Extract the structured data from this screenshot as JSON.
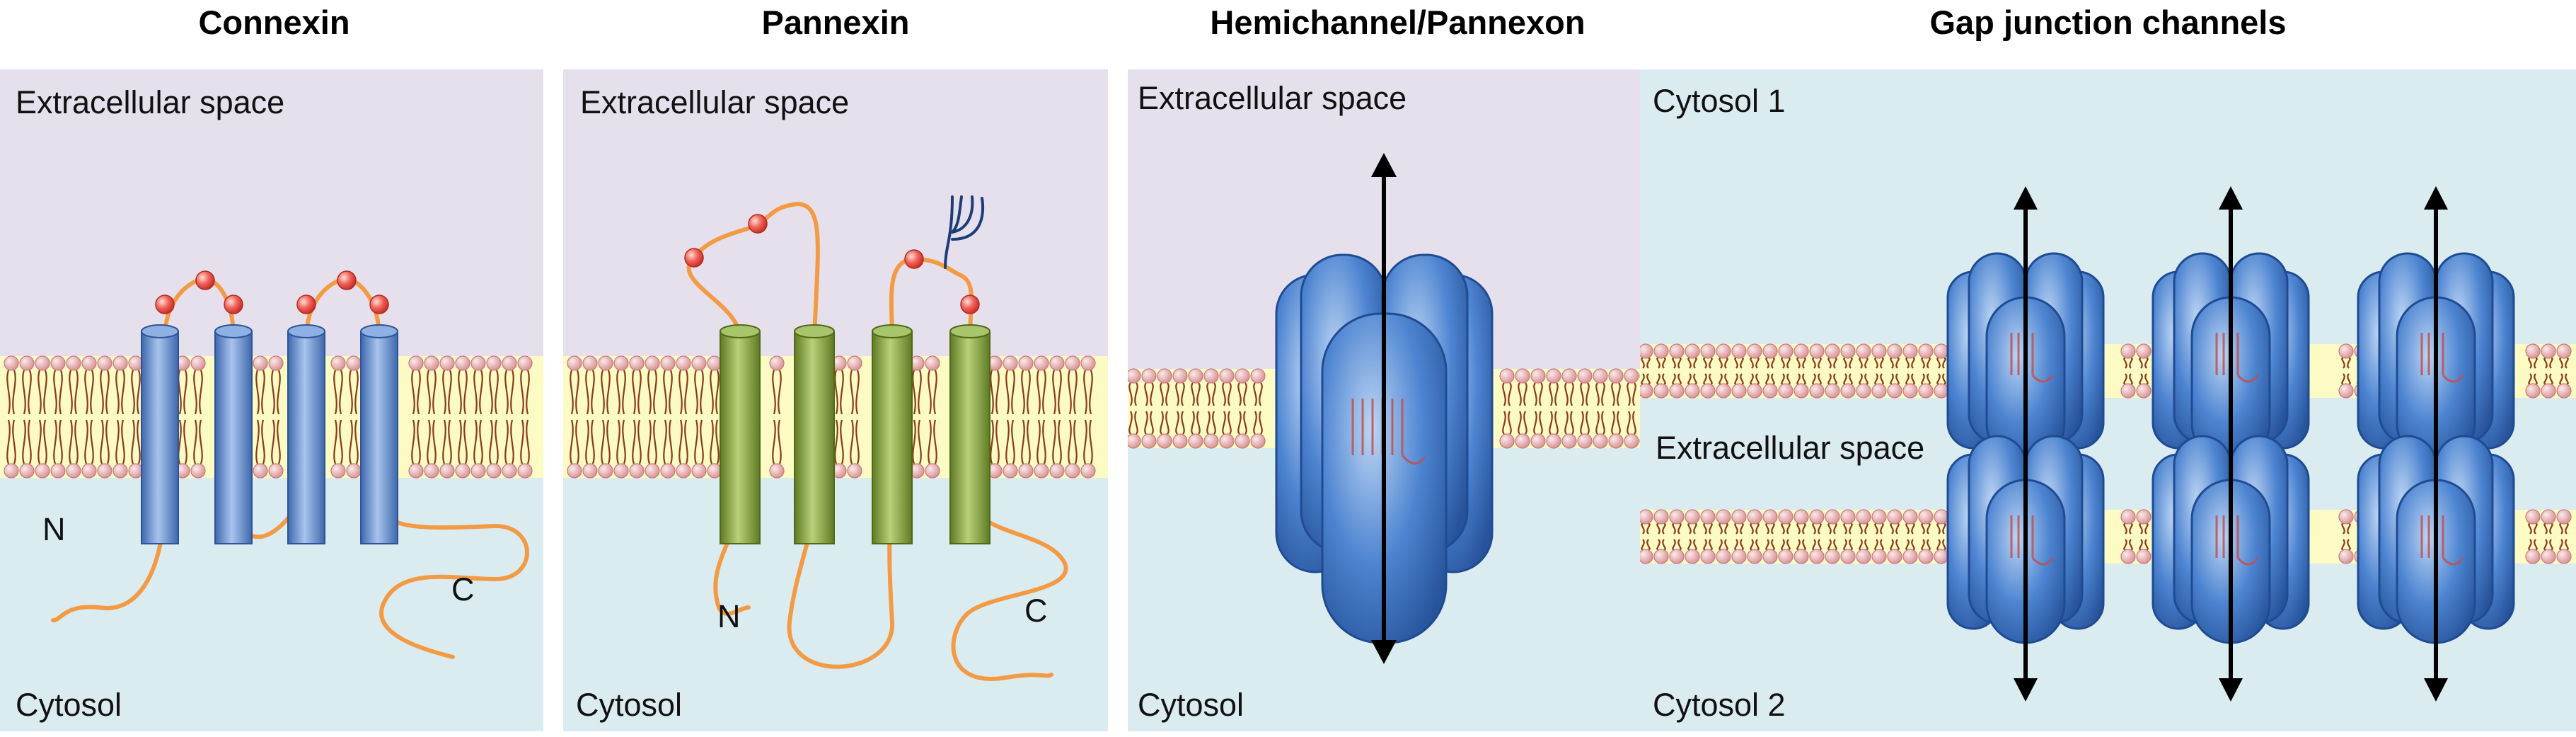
{
  "titles": {
    "connexin": "Connexin",
    "pannexin": "Pannexin",
    "hemichannel": "Hemichannel/Pannexon",
    "gap": "Gap junction channels"
  },
  "labels": {
    "extracellular": "Extracellular space",
    "cytosol": "Cytosol",
    "cytosol1": "Cytosol 1",
    "cytosol2": "Cytosol 2",
    "n_terminus": "N",
    "c_terminus": "C"
  },
  "colors": {
    "extracellular_bg": "#e6e0ec",
    "cytosol_bg": "#dbecf1",
    "membrane_bg": "#fcfbc4",
    "lipid_head": "#eab4b4",
    "lipid_tail": "#8a3a1a",
    "loop": "#f39a45",
    "bead": "#e8443a",
    "connexin_helix": "#6f94cd",
    "pannexin_helix": "#7a9a35",
    "channel_blue": "#4d84d1",
    "glycan": "#1d3d78"
  }
}
